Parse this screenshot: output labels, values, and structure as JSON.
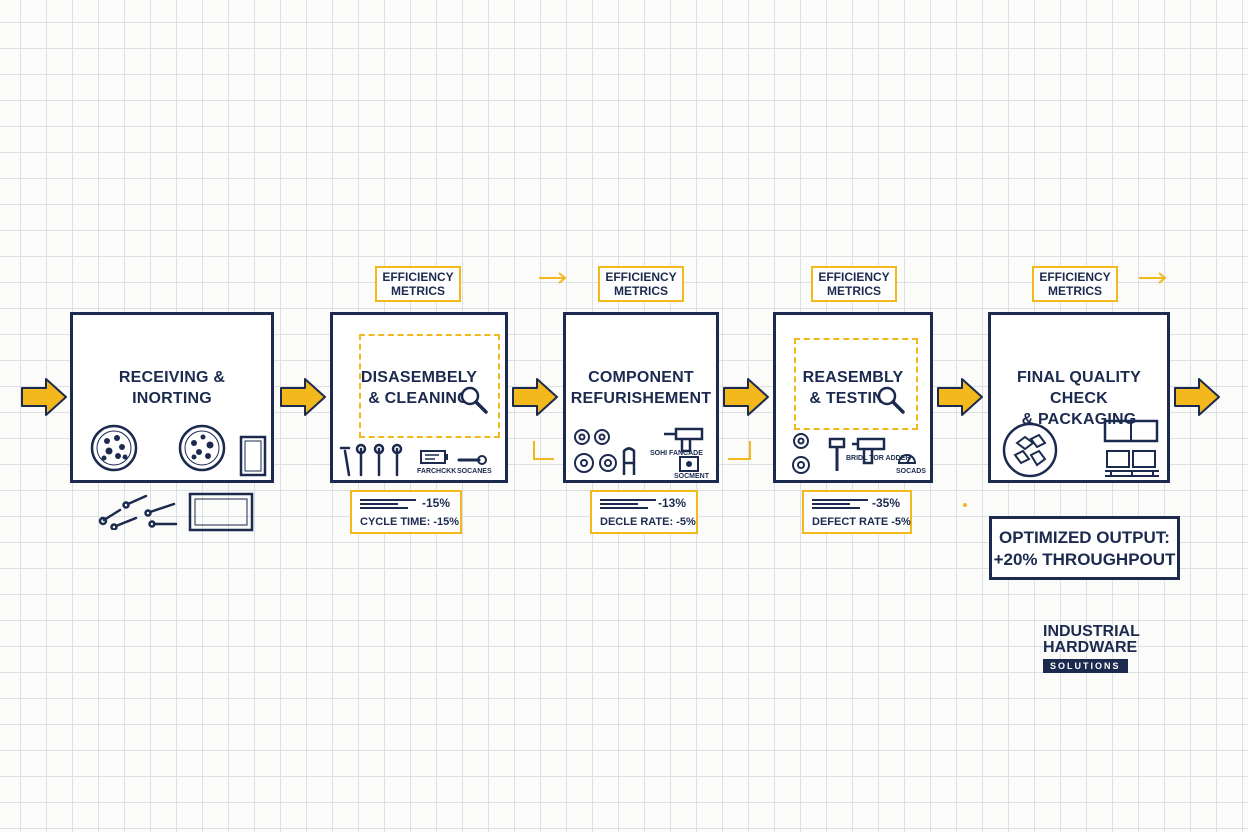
{
  "stages": [
    {
      "title": "RECEIVING &\nINORTING"
    },
    {
      "title": "DISASEMBELY\n& CLEANING"
    },
    {
      "title": "COMPONENT\nREFURISHEMENT"
    },
    {
      "title": "REASEMBLY\n& TESTING"
    },
    {
      "title": "FINAL QUALITY CHECK\n& PACKAGING"
    }
  ],
  "metric_tags": [
    {
      "label": "EFFICIENCY\nMETRICS"
    },
    {
      "label": "EFFICIENCY\nMETRICS"
    },
    {
      "label": "EFFICIENCY\nMETRICS"
    },
    {
      "label": "EFFICIENCY\nMETRICS"
    }
  ],
  "metrics": [
    {
      "value": "-15%",
      "label": "CYCLE TIME: -15%"
    },
    {
      "value": "-13%",
      "label": "DECLE RATE: -5%"
    },
    {
      "value": "-35%",
      "label": "DEFECT RATE -5%"
    }
  ],
  "icon_labels": {
    "stage2_a": "FARCHCKK",
    "stage2_b": "SOCANES",
    "stage3_a": "SOHI\nFANCADE",
    "stage3_b": "SOCMENT",
    "stage4_a": "BRIDL\nTOR ADDER",
    "stage4_b": "SOCADS"
  },
  "output": {
    "text": "OPTIMIZED OUTPUT:\n+20% THROUGHPOUT"
  },
  "logo": {
    "line1": "INDUSTRIAL",
    "line2": "HARDWARE",
    "line3": "SOLUTIONS"
  },
  "colors": {
    "navy": "#1b2a4e",
    "yellow": "#f2b81c"
  }
}
